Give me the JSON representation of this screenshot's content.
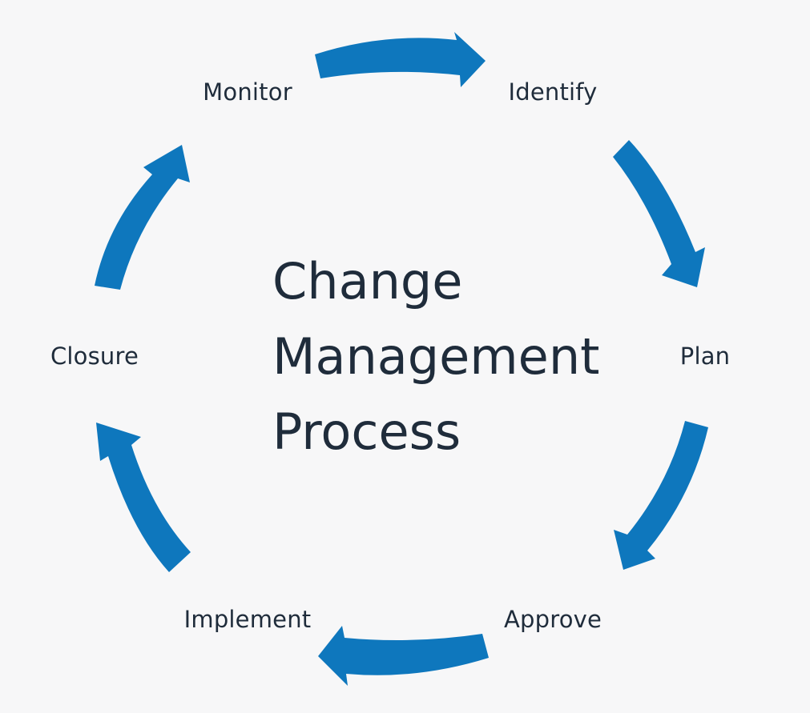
{
  "diagram": {
    "title_lines": [
      "Change",
      "Management",
      "Process"
    ],
    "stages": [
      {
        "id": "identify",
        "label": "Identify"
      },
      {
        "id": "plan",
        "label": "Plan"
      },
      {
        "id": "approve",
        "label": "Approve"
      },
      {
        "id": "implement",
        "label": "Implement"
      },
      {
        "id": "closure",
        "label": "Closure"
      },
      {
        "id": "monitor",
        "label": "Monitor"
      }
    ],
    "flow": "clockwise",
    "colors": {
      "arrow": "#0e77bd",
      "text": "#1f2c3b",
      "background": "#f7f7f8"
    }
  }
}
